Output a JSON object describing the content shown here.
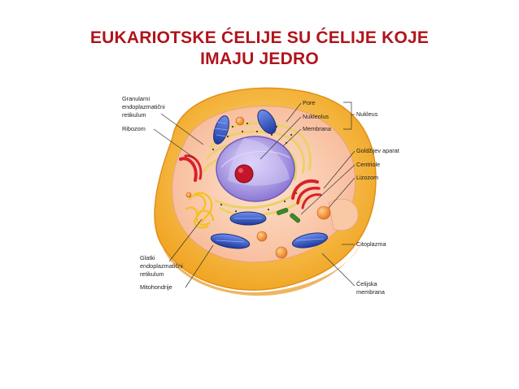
{
  "title": {
    "line1": "EUKARIOTSKE ĆELIJE SU ĆELIJE KOJE",
    "line2": "IMAJU JEDRO"
  },
  "labels": {
    "granular_er": [
      "Granularni",
      "endoplazmatični",
      "retikulum"
    ],
    "ribozom": "Ribozom",
    "smooth_er": [
      "Glatki",
      "endoplazmatični",
      "retikulum"
    ],
    "mitohondrije": "Mitohondrije",
    "pore": "Pore",
    "nukleolus": "Nukleolus",
    "membrana": "Membrana",
    "nukleus": "Nukleus",
    "goldzi": "Goldžijev aparat",
    "centriole": "Centriole",
    "lizozom": "Lizozom",
    "citoplazma": "Citoplazma",
    "celijska_membrana": [
      "Ćelijska",
      "membrana"
    ]
  },
  "colors": {
    "title": "#b0141b",
    "cell_outer": "#f5b12e",
    "cytoplasm": "#fbc9a6",
    "nucleus": "#b9a6e6",
    "nucleolus": "#c3162a",
    "mitochondria": "#2f5bc4",
    "golgi": "#d9202a"
  }
}
